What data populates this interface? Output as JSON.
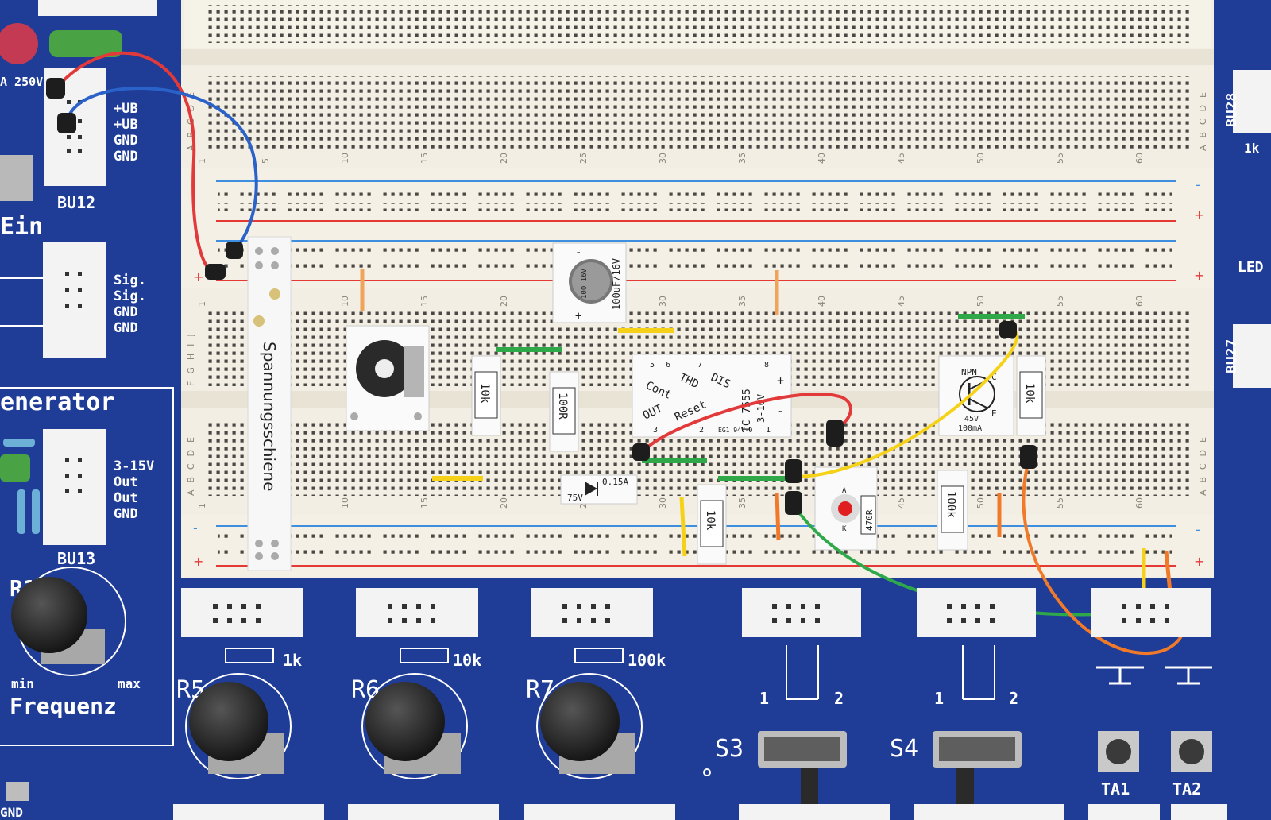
{
  "board": {
    "connector_labels": {
      "bu12": "BU12",
      "bu13": "BU13",
      "bu27": "BU27",
      "bu28": "BU28",
      "power_pins": [
        "+UB",
        "+UB",
        "GND",
        "GND"
      ],
      "signal_pins": [
        "Sig.",
        "Sig.",
        "GND",
        "GND"
      ],
      "generator_pins": [
        "3-15V",
        "Out",
        "Out",
        "GND"
      ],
      "fuse_rating": "A 250V",
      "ein": "Ein",
      "generator": "enerator",
      "gnd_bottom": "GND",
      "led_edge": "LED",
      "edge_1k": "1k"
    },
    "potentiometers": {
      "r1": "R1",
      "r5": "R5",
      "r6": "R6",
      "r7": "R7",
      "r5_value": "1k",
      "r6_value": "10k",
      "r7_value": "100k",
      "min": "min",
      "max": "max",
      "frequenz": "Frequenz"
    },
    "switches": {
      "s3": "S3",
      "s4": "S4",
      "pos1": "1",
      "pos2": "2",
      "ta1": "TA1",
      "ta2": "TA2"
    }
  },
  "breadboard": {
    "rail_label": "Spannungsschiene",
    "rows_top": "ABCDE",
    "rows_mid": "FGHIJ",
    "column_numbers": [
      "1",
      "5",
      "10",
      "15",
      "20",
      "25",
      "30",
      "35",
      "40",
      "45",
      "50",
      "55",
      "60"
    ],
    "plus": "+",
    "minus": "-"
  },
  "modules": {
    "capacitor": {
      "label": "100uF/16V",
      "print": "100 16V"
    },
    "resistor_10k_a": "10k",
    "resistor_100r": "100R",
    "resistor_10k_b": "10k",
    "resistor_10k_c": "10k",
    "resistor_100k": "100k",
    "diode": {
      "voltage": "75V",
      "current": "0.15A"
    },
    "ic": {
      "name": "IC 7555",
      "supply": "3-16V",
      "pins_top": [
        "5",
        "6",
        "7",
        "8"
      ],
      "pins_bottom": [
        "3",
        "2",
        "1"
      ],
      "labels": [
        "Cont",
        "THD",
        "DIS",
        "OUT",
        "Reset"
      ],
      "marking": "EG1 94V-0"
    },
    "transistor": {
      "type": "NPN",
      "rating_v": "45V",
      "rating_i": "100mA",
      "c": "C",
      "e": "E"
    },
    "led": {
      "resistor": "470R",
      "anode": "A",
      "cathode": "K"
    }
  },
  "colors": {
    "pcb_blue": "#1f3d97",
    "breadboard": "#f2eee3",
    "hole": "#3a3a3a",
    "rail_red": "#e53935",
    "rail_blue": "#3f8fe0",
    "wire_red": "#e23a3a",
    "wire_blue": "#2a62c9",
    "wire_yellow": "#f5d217",
    "wire_green": "#2fa84a",
    "wire_orange": "#f07a2a"
  }
}
